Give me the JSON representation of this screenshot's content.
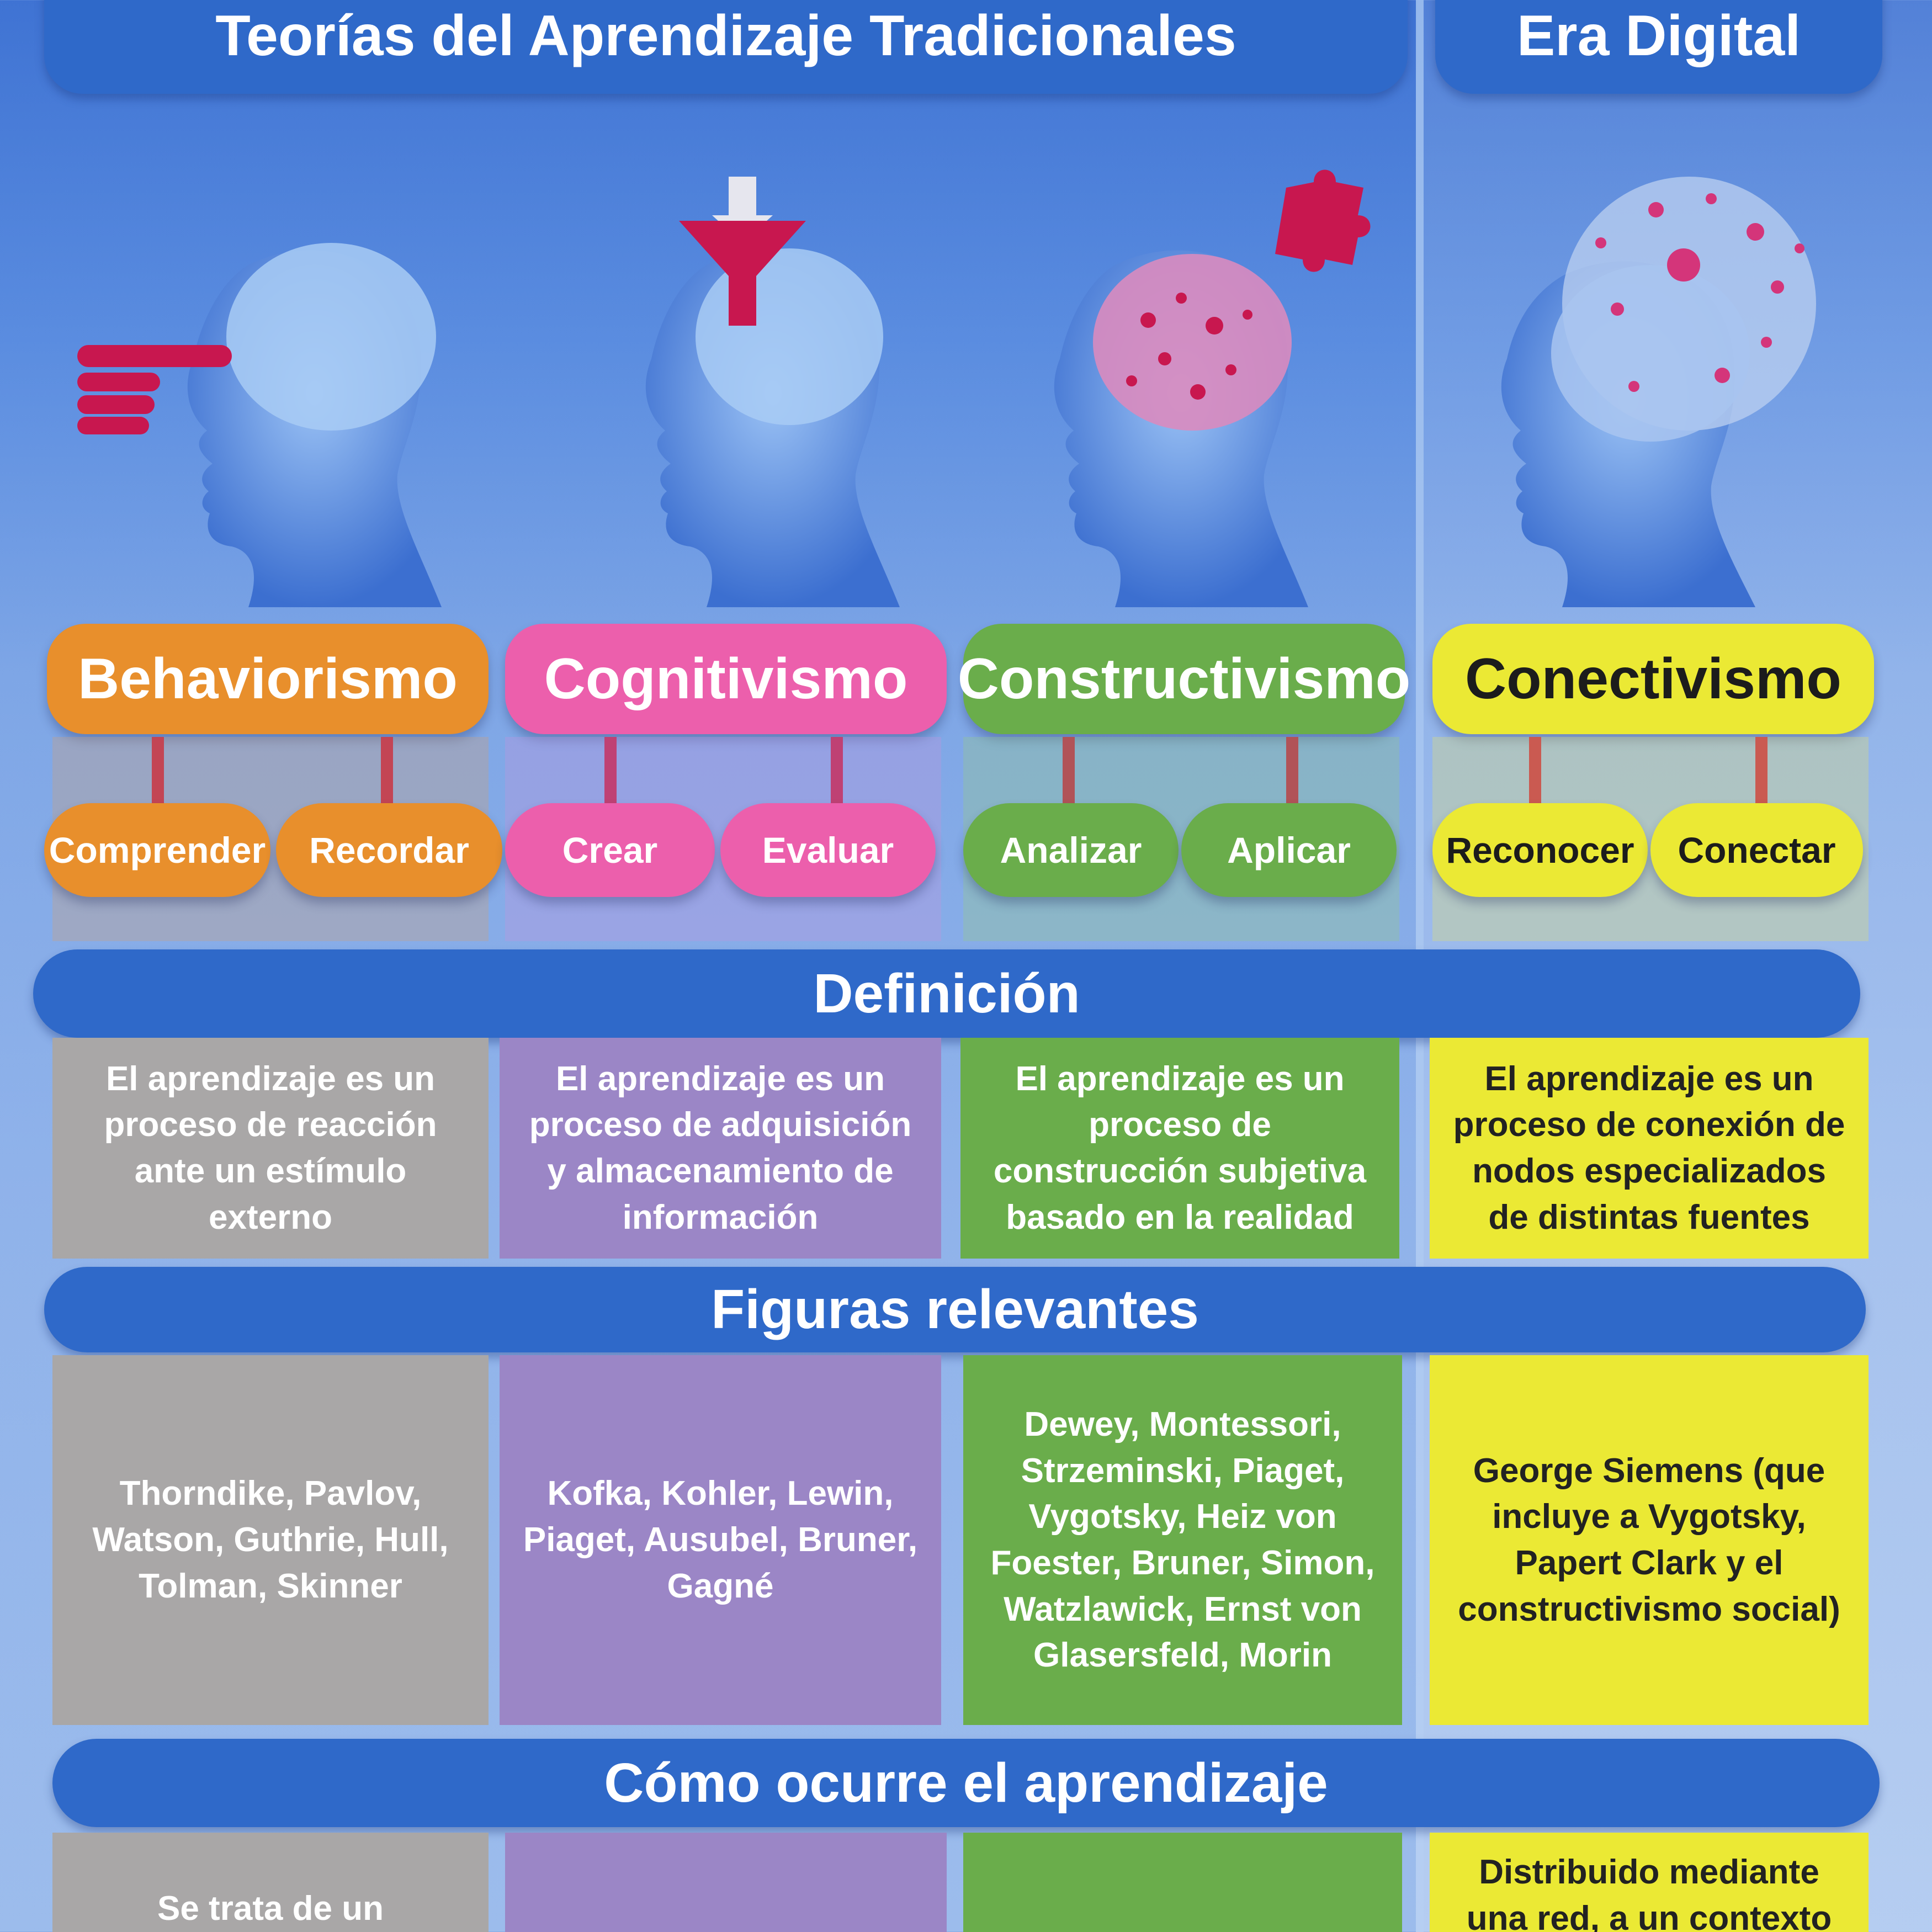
{
  "header": {
    "traditional_title": "Teorías del Aprendizaje Tradicionales",
    "digital_title": "Era Digital"
  },
  "colors": {
    "banner_blue": "#2f69c9",
    "orange": "#e88f2c",
    "pink": "#ec5fac",
    "green": "#6aad4b",
    "yellow": "#ebe934",
    "gray": "#a9a7a7",
    "purple": "#9b86c6",
    "connector_red": "#c0143c"
  },
  "theories": [
    {
      "name": "Behaviorismo",
      "icon": "pointing-hand-head-icon",
      "actions": [
        "Comprender",
        "Recordar"
      ],
      "definition": "El aprendizaje es un proceso de reacción ante un estímulo externo",
      "figures": "Thorndike, Pavlov, Watson, Guthrie, Hull, Tolman, Skinner"
    },
    {
      "name": "Cognitivismo",
      "icon": "funnel-head-icon",
      "actions": [
        "Crear",
        "Evaluar"
      ],
      "definition": "El aprendizaje es un proceso de adquisición y almacenamiento de información",
      "figures": "Kofka, Kohler, Lewin, Piaget, Ausubel, Bruner, Gagné"
    },
    {
      "name": "Constructivismo",
      "icon": "puzzle-head-icon",
      "actions": [
        "Analizar",
        "Aplicar"
      ],
      "definition": "El aprendizaje es un proceso de construcción subjetiva basado en la realidad",
      "figures": "Dewey, Montessori, Strzeminski, Piaget, Vygotsky, Heiz von Foester, Bruner, Simon, Watzlawick, Ernst von Glasersfeld, Morin"
    },
    {
      "name": "Conectivismo",
      "icon": "network-head-icon",
      "actions": [
        "Reconocer",
        "Conectar"
      ],
      "definition": "El aprendizaje es un proceso de conexión de nodos especializados de distintas fuentes",
      "figures": "George Siemens (que incluye a Vygotsky, Papert Clark y el constructivismo social)"
    }
  ],
  "sections": {
    "definition": "Definición",
    "figures": "Figuras relevantes",
    "how": "Cómo ocurre el aprendizaje"
  },
  "how_partial": {
    "behaviorismo": "Se trata de un",
    "conectivismo": "Distribuido mediante una red, a un contexto"
  }
}
